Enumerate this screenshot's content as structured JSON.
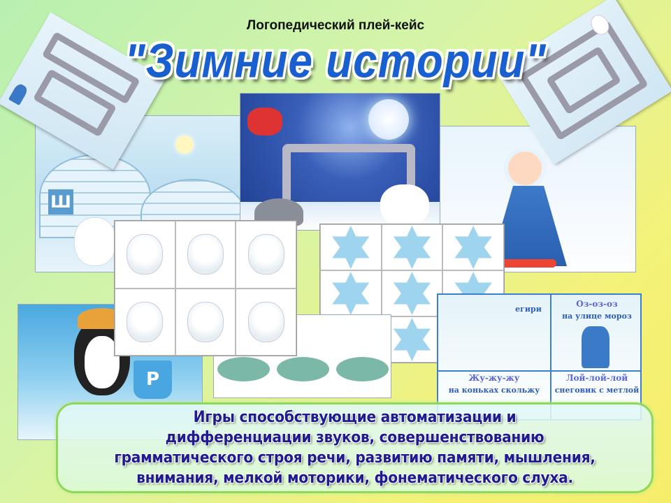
{
  "slide": {
    "subtitle": "Логопедический плей-кейс",
    "title": "\"Зимние истории\""
  },
  "images": {
    "igloo_letter": "Ш",
    "bucket_letter": "Р",
    "table": {
      "cells": [
        {
          "line1": "",
          "line2": "егири"
        },
        {
          "line1": "Оз-оз-оз",
          "line2": "на улице мороз"
        },
        {
          "line1": "Жу-жу-жу",
          "line2": "на коньках скольжу"
        },
        {
          "line1": "Лой-лой-лой",
          "line2": "снеговик с метлой"
        }
      ]
    }
  },
  "description": {
    "lines": [
      "Игры способствующие  автоматизации и",
      "дифференциации звуков, совершенствованию",
      "грамматического строя речи, развитию памяти, мышления,",
      "внимания, мелкой моторики, фонематического слуха."
    ]
  },
  "colors": {
    "title": "#1a5fd0",
    "text": "#1d1d8f",
    "frame": "#8ed85a"
  }
}
